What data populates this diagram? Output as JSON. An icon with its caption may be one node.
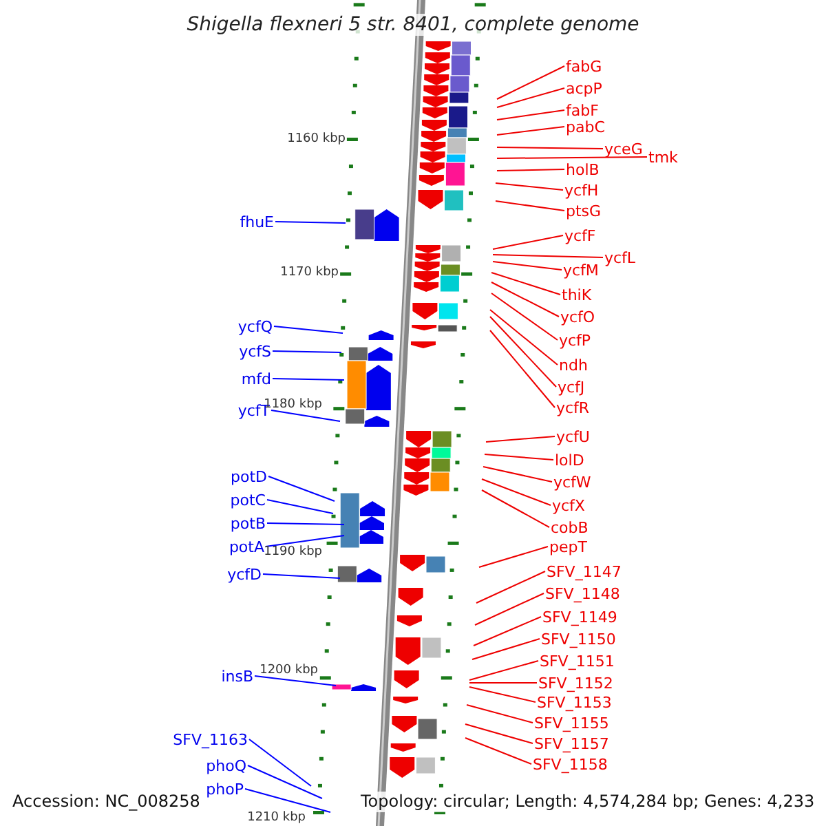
{
  "diagram": {
    "title": "Shigella flexneri 5 str. 8401, complete genome",
    "nodes": [
      {
        "text": [
          "fabG"
        ]
      },
      {
        "text": [
          "acpP"
        ]
      },
      {
        "text": [
          "fabF"
        ]
      },
      {
        "text": [
          "pabC"
        ]
      },
      {
        "text": [
          "yceG"
        ]
      },
      {
        "text": [
          "tmk"
        ]
      },
      {
        "text": [
          "holB"
        ]
      },
      {
        "text": [
          "ycfH"
        ]
      },
      {
        "text": [
          "ptsG"
        ]
      },
      {
        "text": [
          "ycfF"
        ]
      },
      {
        "text": [
          "ycfL"
        ]
      },
      {
        "text": [
          "ycfM"
        ]
      },
      {
        "text": [
          "thiK"
        ]
      },
      {
        "text": [
          "ycfO"
        ]
      },
      {
        "text": [
          "ycfP"
        ]
      },
      {
        "text": [
          "ndh"
        ]
      },
      {
        "text": [
          "ycfJ"
        ]
      },
      {
        "text": [
          "ycfR"
        ]
      },
      {
        "text": [
          "ycfU"
        ]
      },
      {
        "text": [
          "lolD"
        ]
      },
      {
        "text": [
          "ycfW"
        ]
      },
      {
        "text": [
          "ycfX"
        ]
      },
      {
        "text": [
          "cobB"
        ]
      },
      {
        "text": [
          "pepT"
        ]
      },
      {
        "text": [
          "SFV_1147"
        ]
      },
      {
        "text": [
          "SFV_1148"
        ]
      },
      {
        "text": [
          "SFV_1149"
        ]
      },
      {
        "text": [
          "SFV_1150"
        ]
      },
      {
        "text": [
          "SFV_1151"
        ]
      },
      {
        "text": [
          "SFV_1152"
        ]
      },
      {
        "text": [
          "SFV_1153"
        ]
      },
      {
        "text": [
          "SFV_1155"
        ]
      },
      {
        "text": [
          "SFV_1157"
        ]
      },
      {
        "text": [
          "SFV_1158"
        ]
      },
      {
        "text": [
          "fhuE"
        ]
      },
      {
        "text": [
          "ycfQ"
        ]
      },
      {
        "text": [
          "ycfS"
        ]
      },
      {
        "text": [
          "mfd"
        ]
      },
      {
        "text": [
          "ycfT"
        ]
      },
      {
        "text": [
          "potD"
        ]
      },
      {
        "text": [
          "potC"
        ]
      },
      {
        "text": [
          "potB"
        ]
      },
      {
        "text": [
          "potA"
        ]
      },
      {
        "text": [
          "ycfD"
        ]
      },
      {
        "text": [
          "insB"
        ]
      },
      {
        "text": [
          "SFV_1163"
        ]
      },
      {
        "text": [
          "phoQ"
        ]
      },
      {
        "text": [
          "phoP"
        ]
      }
    ],
    "edges": [
      {
        "from": 0,
        "to": null,
        "arrow": "none"
      },
      {
        "from": 1,
        "to": null,
        "arrow": "none"
      },
      {
        "from": 2,
        "to": null,
        "arrow": "none"
      },
      {
        "from": 3,
        "to": null,
        "arrow": "none"
      },
      {
        "from": 4,
        "to": null,
        "arrow": "none"
      },
      {
        "from": 5,
        "to": null,
        "arrow": "none"
      },
      {
        "from": 6,
        "to": null,
        "arrow": "none"
      },
      {
        "from": 7,
        "to": null,
        "arrow": "none"
      },
      {
        "from": 8,
        "to": null,
        "arrow": "none"
      },
      {
        "from": 9,
        "to": null,
        "arrow": "none"
      },
      {
        "from": 10,
        "to": null,
        "arrow": "none"
      },
      {
        "from": 11,
        "to": null,
        "arrow": "none"
      },
      {
        "from": 12,
        "to": null,
        "arrow": "none"
      },
      {
        "from": 13,
        "to": null,
        "arrow": "none"
      },
      {
        "from": 14,
        "to": null,
        "arrow": "none"
      },
      {
        "from": 15,
        "to": null,
        "arrow": "none"
      },
      {
        "from": 16,
        "to": null,
        "arrow": "none"
      },
      {
        "from": 17,
        "to": null,
        "arrow": "none"
      },
      {
        "from": 18,
        "to": null,
        "arrow": "none"
      },
      {
        "from": 19,
        "to": null,
        "arrow": "none"
      },
      {
        "from": 20,
        "to": null,
        "arrow": "none"
      },
      {
        "from": 21,
        "to": null,
        "arrow": "none"
      },
      {
        "from": 22,
        "to": null,
        "arrow": "none"
      },
      {
        "from": 23,
        "to": null,
        "arrow": "none"
      },
      {
        "from": 24,
        "to": null,
        "arrow": "none"
      },
      {
        "from": 25,
        "to": null,
        "arrow": "none"
      },
      {
        "from": 26,
        "to": null,
        "arrow": "none"
      },
      {
        "from": 27,
        "to": null,
        "arrow": "none"
      },
      {
        "from": 28,
        "to": null,
        "arrow": "none"
      },
      {
        "from": 29,
        "to": null,
        "arrow": "none"
      },
      {
        "from": 30,
        "to": null,
        "arrow": "none"
      },
      {
        "from": 31,
        "to": null,
        "arrow": "none"
      },
      {
        "from": 32,
        "to": null,
        "arrow": "none"
      },
      {
        "from": 33,
        "to": null,
        "arrow": "none"
      },
      {
        "from": 34,
        "to": null,
        "arrow": "none",
        "color": "#0000ff"
      },
      {
        "from": 35,
        "to": null,
        "arrow": "none",
        "color": "#0000ff"
      },
      {
        "from": 36,
        "to": null,
        "arrow": "none",
        "color": "#0000ff"
      },
      {
        "from": 37,
        "to": null,
        "arrow": "none",
        "color": "#0000ff"
      },
      {
        "from": 38,
        "to": null,
        "arrow": "none",
        "color": "#0000ff"
      },
      {
        "from": 39,
        "to": null,
        "arrow": "none",
        "color": "#0000ff"
      },
      {
        "from": 40,
        "to": null,
        "arrow": "none",
        "color": "#0000ff"
      },
      {
        "from": 41,
        "to": null,
        "arrow": "none",
        "color": "#0000ff"
      },
      {
        "from": 42,
        "to": null,
        "arrow": "none",
        "color": "#0000ff"
      },
      {
        "from": 43,
        "to": null,
        "arrow": "none",
        "color": "#0000ff"
      },
      {
        "from": 44,
        "to": null,
        "arrow": "none",
        "color": "#0000ff"
      },
      {
        "from": 45,
        "to": null,
        "arrow": "none",
        "color": "#0000ff"
      },
      {
        "from": 46,
        "to": null,
        "arrow": "none",
        "color": "#0000ff"
      },
      {
        "from": 47,
        "to": null,
        "arrow": "none",
        "color": "#0000ff"
      }
    ],
    "labels": [
      "1160 kbp",
      "1170 kbp",
      "1180 kbp",
      "1190 kbp",
      "1200 kbp",
      "1210 kbp",
      "Accession: NC_008258",
      "Topology: circular; Length: 4,574,284 bp; Genes: 4,233"
    ]
  }
}
